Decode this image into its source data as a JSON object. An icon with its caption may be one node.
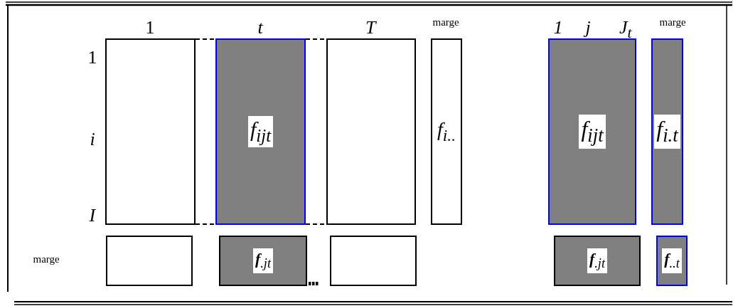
{
  "diagram": {
    "nodes": [
      {
        "text": [],
        "shape": "box"
      },
      {
        "text": [
          "f$_{ijt}$"
        ]
      },
      {
        "text": [],
        "shape": "box"
      },
      {
        "text": [
          "f$_{i..}$"
        ]
      },
      {
        "text": [
          "f$_{ijt}$"
        ]
      },
      {
        "text": [
          "f$_{i.t}$"
        ]
      },
      {
        "text": [],
        "shape": "box"
      },
      {
        "text": [
          "**f**$_{.jt}$"
        ]
      },
      {
        "text": [],
        "shape": "box"
      },
      {
        "text": [
          "**f**$_{.jt}$"
        ]
      },
      {
        "text": [
          "**f**$_{..t}$"
        ]
      }
    ],
    "edges": [
      {
        "from": 0,
        "to": 1,
        "arrow": "none",
        "style": "dashed"
      },
      {
        "from": 0,
        "to": 1,
        "arrow": "none",
        "style": "dashed"
      },
      {
        "from": 1,
        "to": 2,
        "arrow": "none",
        "style": "dashed"
      },
      {
        "from": 1,
        "to": 2,
        "arrow": "none",
        "style": "dashed"
      }
    ],
    "labels": [
      "1",
      "t",
      "T",
      "marge",
      "1",
      "j",
      "J$_{t}$",
      "marge",
      "1",
      "i",
      "I",
      "marge"
    ]
  }
}
